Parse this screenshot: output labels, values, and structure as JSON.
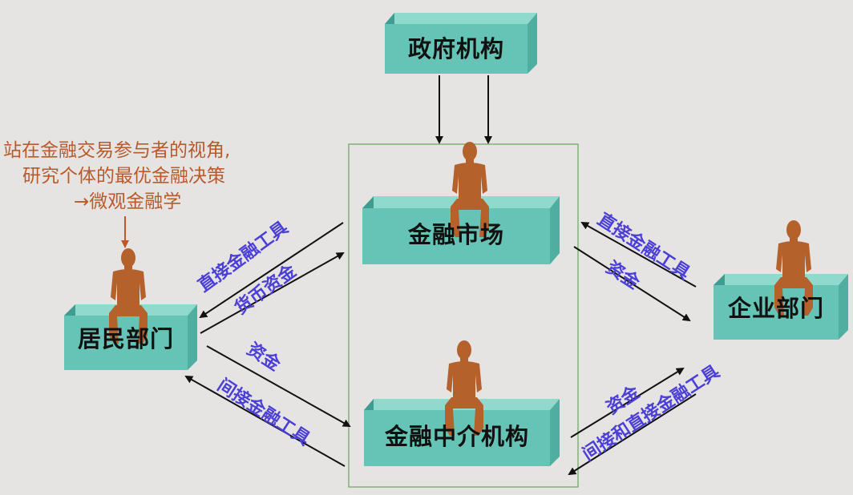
{
  "nodes": {
    "government": "政府机构",
    "market": "金融市场",
    "intermediary": "金融中介机构",
    "household": "居民部门",
    "enterprise": "企业部门"
  },
  "flows": {
    "left_direct_instruments": "直接金融工具",
    "left_money_funds": "货币资金",
    "left_funds": "资金",
    "left_indirect_instruments": "间接金融工具",
    "right_direct_instruments": "直接金融工具",
    "right_funds_top": "资金",
    "right_funds_bottom": "资金",
    "right_indirect_direct_instruments": "间接和直接金融工具"
  },
  "annotation": {
    "line1": "站在金融交易参与者的视角,",
    "line2": "研究个体的最优金融决策",
    "line3": "→微观金融学"
  },
  "colors": {
    "box_front": "#66c4b6",
    "box_top": "#8fd9cd",
    "box_side": "#3e9d90",
    "person": "#b4612c",
    "flow_text": "#4b3fd6",
    "annotation_text": "#b85a2a",
    "frame": "#6aa35e"
  }
}
